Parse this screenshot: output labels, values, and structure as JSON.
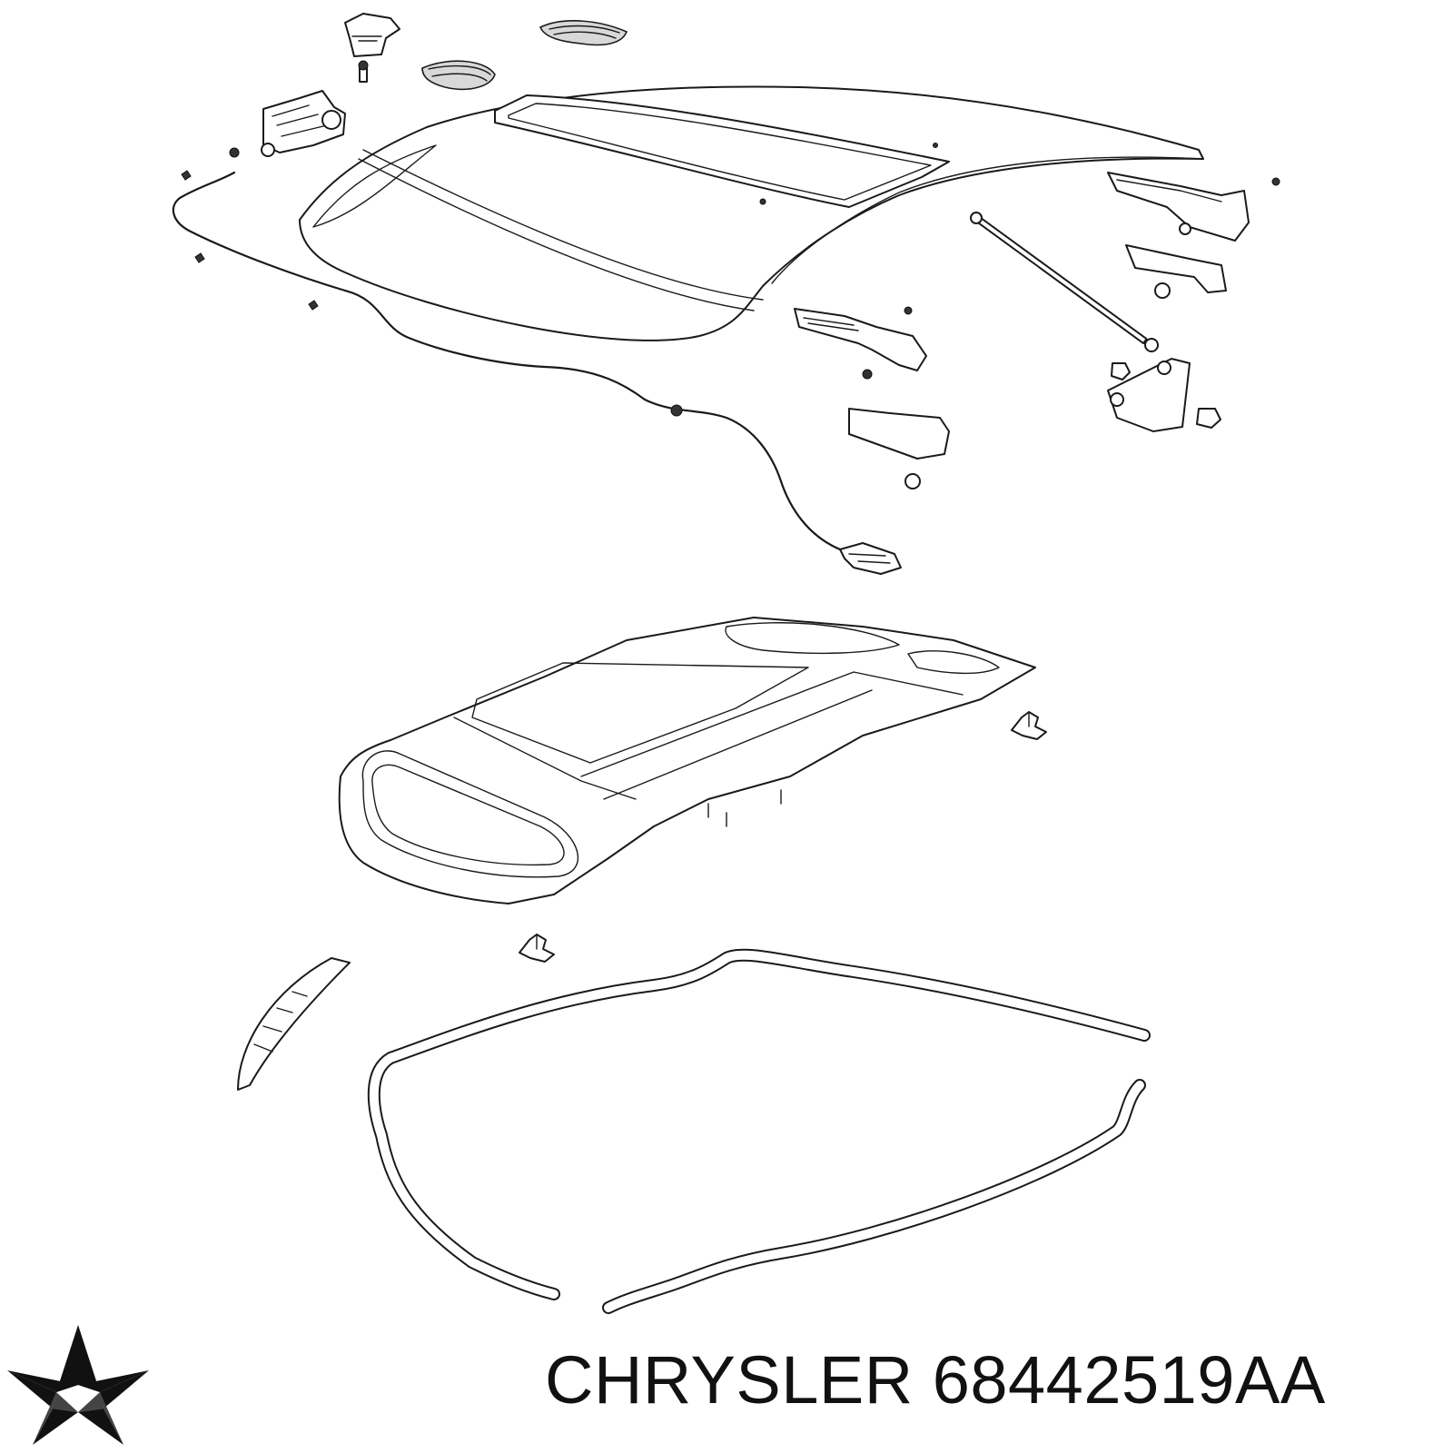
{
  "brand": {
    "logo_icon": "chrysler-pentastar-icon",
    "logo_color": "#111111"
  },
  "caption": {
    "manufacturer": "CHRYSLER",
    "part_number": "68442519AA"
  },
  "parts": [
    "hood-panel",
    "hood-scoop-insert",
    "hood-vent-grille-left",
    "hood-vent-grille-right",
    "hood-bumper-bracket",
    "hood-latch",
    "hood-release-cable",
    "release-handle",
    "hinge-left",
    "hinge-right",
    "gas-strut",
    "strut-bracket",
    "hood-insulator-pad",
    "push-pin-clip",
    "seal-corner-piece",
    "hood-seal-weatherstrip"
  ]
}
